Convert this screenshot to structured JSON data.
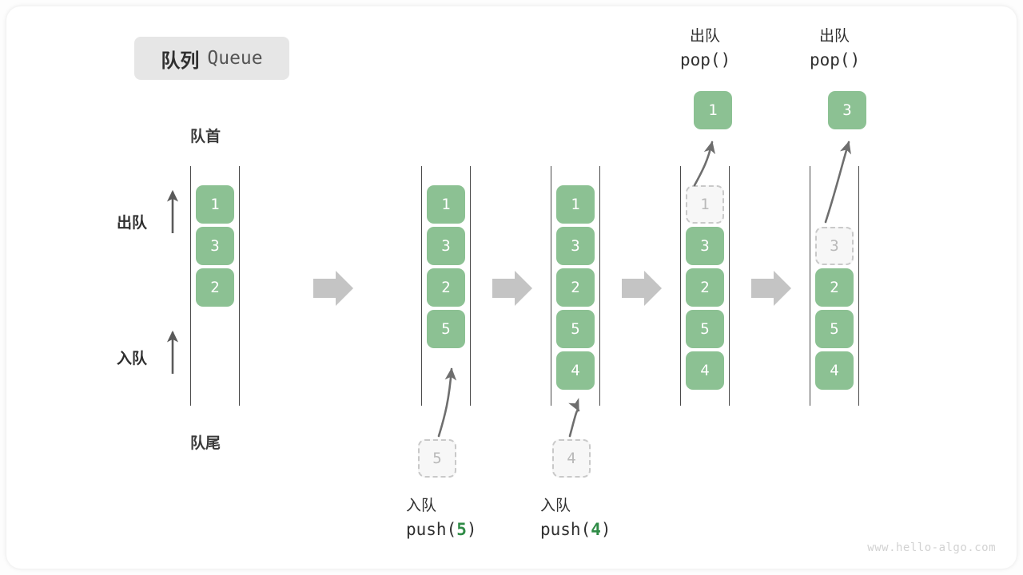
{
  "title": {
    "cn": "队列",
    "en": "Queue"
  },
  "labels": {
    "front": "队首",
    "rear": "队尾",
    "dequeue_dir": "出队",
    "enqueue_dir": "入队"
  },
  "colors": {
    "element_fill": "#8cc193",
    "element_text": "#ffffff",
    "ghost_fill": "#f7f7f7",
    "ghost_border": "#c9c9c9",
    "ghost_text": "#b9b9b9",
    "rail": "#4a4a4a",
    "step_arrow": "#c4c4c4",
    "curve_arrow": "#6e6e6e",
    "accent_green": "#2f8b46",
    "chip_bg": "#e6e6e6",
    "card_bg": "#ffffff"
  },
  "columns": [
    {
      "id": "initial",
      "cells": [
        {
          "value": "1",
          "state": "filled"
        },
        {
          "value": "3",
          "state": "filled"
        },
        {
          "value": "2",
          "state": "filled"
        }
      ],
      "caption": null,
      "op_header": null,
      "popped": null,
      "incoming": null
    },
    {
      "id": "push-5",
      "cells": [
        {
          "value": "1",
          "state": "filled"
        },
        {
          "value": "3",
          "state": "filled"
        },
        {
          "value": "2",
          "state": "filled"
        },
        {
          "value": "5",
          "state": "filled"
        }
      ],
      "caption": {
        "cn": "入队",
        "code_prefix": "push(",
        "code_num": "5",
        "code_suffix": ")"
      },
      "op_header": null,
      "popped": null,
      "incoming": {
        "value": "5"
      }
    },
    {
      "id": "push-4",
      "cells": [
        {
          "value": "1",
          "state": "filled"
        },
        {
          "value": "3",
          "state": "filled"
        },
        {
          "value": "2",
          "state": "filled"
        },
        {
          "value": "5",
          "state": "filled"
        },
        {
          "value": "4",
          "state": "filled"
        }
      ],
      "caption": {
        "cn": "入队",
        "code_prefix": "push(",
        "code_num": "4",
        "code_suffix": ")"
      },
      "op_header": null,
      "popped": null,
      "incoming": {
        "value": "4"
      }
    },
    {
      "id": "pop-1",
      "cells": [
        {
          "value": "1",
          "state": "ghost"
        },
        {
          "value": "3",
          "state": "filled"
        },
        {
          "value": "2",
          "state": "filled"
        },
        {
          "value": "5",
          "state": "filled"
        },
        {
          "value": "4",
          "state": "filled"
        }
      ],
      "caption": null,
      "op_header": {
        "cn": "出队",
        "code": "pop()"
      },
      "popped": {
        "value": "1"
      },
      "incoming": null
    },
    {
      "id": "pop-3",
      "cells": [
        {
          "value": "3",
          "state": "ghost"
        },
        {
          "value": "2",
          "state": "filled"
        },
        {
          "value": "5",
          "state": "filled"
        },
        {
          "value": "4",
          "state": "filled"
        }
      ],
      "caption": null,
      "op_header": {
        "cn": "出队",
        "code": "pop()"
      },
      "popped": {
        "value": "3"
      },
      "incoming": null
    }
  ],
  "watermark": "www.hello-algo.com"
}
